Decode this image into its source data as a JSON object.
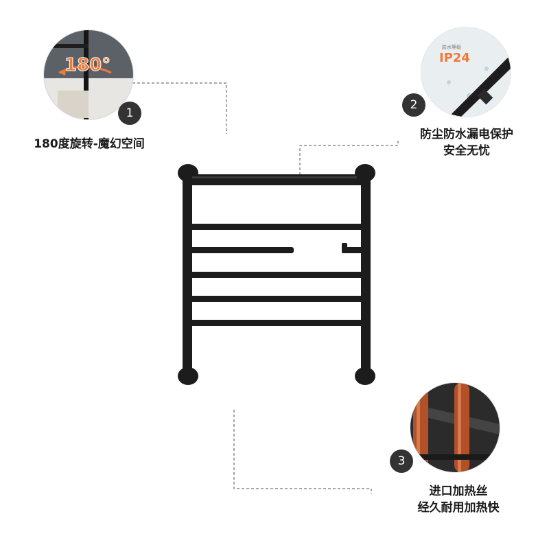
{
  "features": [
    {
      "number": "1",
      "callout_text": "180°",
      "caption_lines": [
        "180度旋转-魔幻空间"
      ]
    },
    {
      "number": "2",
      "callout_title": "防水等级",
      "callout_text": "IP24",
      "caption_lines": [
        "防尘防水漏电保护",
        "安全无忧"
      ]
    },
    {
      "number": "3",
      "caption_lines": [
        "进口加热丝",
        "经久耐用加热快"
      ]
    }
  ],
  "colors": {
    "rail": "#1c1c1c",
    "badge": "#333333",
    "accent_orange": "#f07a3a",
    "heating_wire": "#b2502a",
    "dashed_line": "#8a8a8a"
  }
}
